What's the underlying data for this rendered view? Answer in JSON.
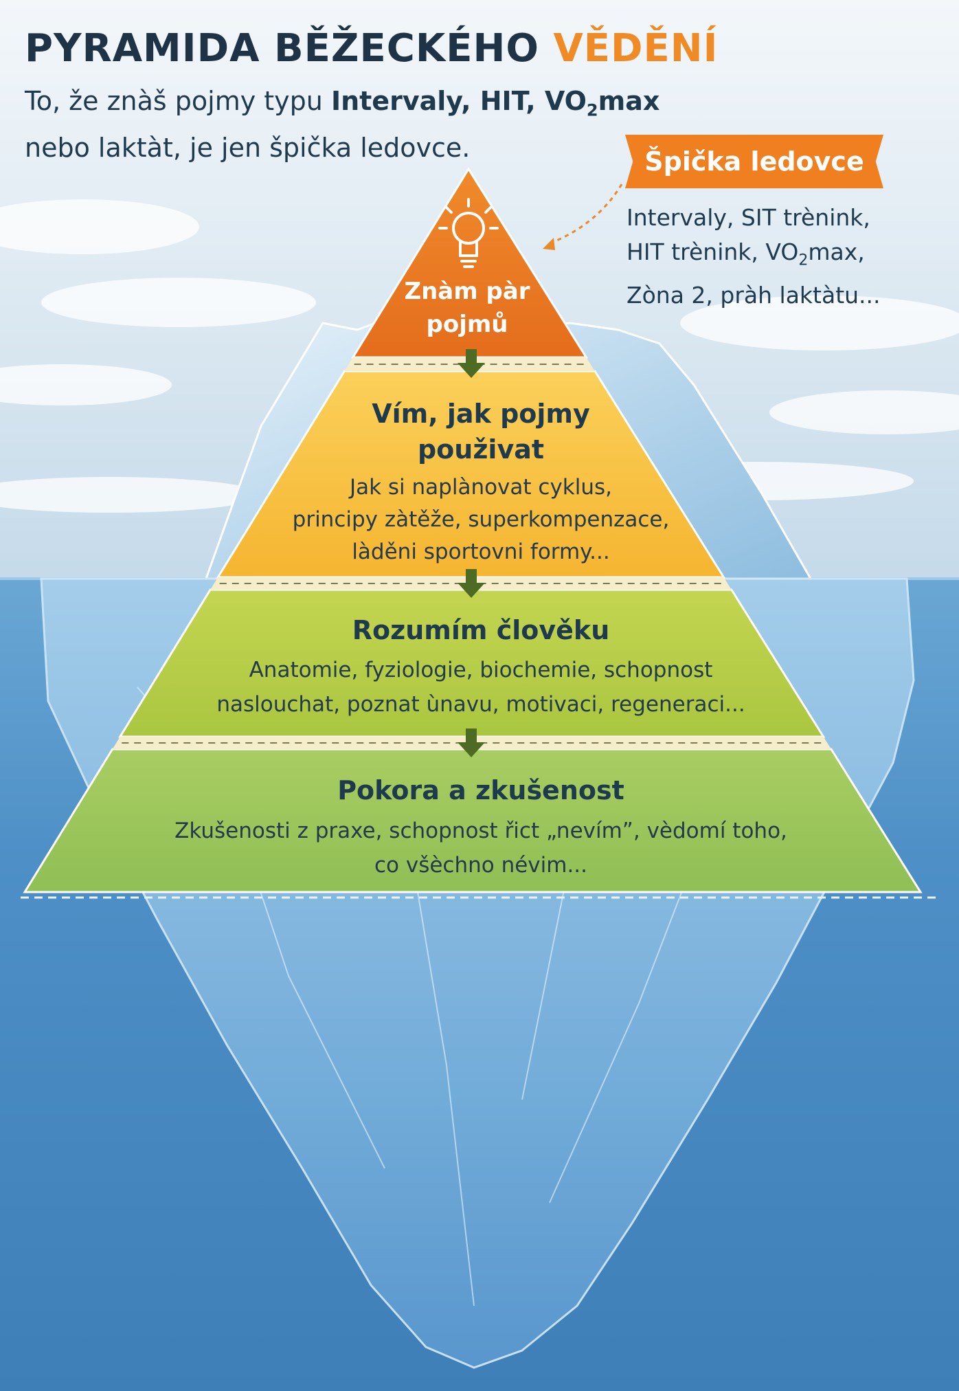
{
  "title": {
    "main": "PYRAMIDA BĚŽECKÉHO",
    "accent": "VĚDĚNÍ"
  },
  "subtitle": {
    "part1": "To, že znàš pojmy typu ",
    "bold1": "Intervaly, HIT, VO",
    "bold1_sub": "2",
    "bold1_end": "max",
    "line2": "nebo laktàt, je jen špička ledovce."
  },
  "tip_tag": {
    "label": "Špička ledovce"
  },
  "tip_list": {
    "line1": "Intervaly, SIT trènink,",
    "line2_a": "HIT trènink, VO",
    "line2_sub": "2",
    "line2_b": "max,",
    "line3": "Zòna 2, pràh laktàtu..."
  },
  "levels": [
    {
      "head_line1": "Znàm pàr",
      "head_line2": "pojmů"
    },
    {
      "head_line1": "Vím, jak pojmy",
      "head_line2": "použivat",
      "desc_line1": "Jak si naplànovat cyklus,",
      "desc_line2": "principy zàtěže, superkompenzace,",
      "desc_line3": "làděni sportovni formy..."
    },
    {
      "head_line1": "Rozumím člověku",
      "desc_line1": "Anatomie, fyziologie, biochemie, schopnost",
      "desc_line2": "naslouchat, poznat ùnavu, motivaci, regeneraci..."
    },
    {
      "head_line1": "Pokora a zkušenost",
      "desc_line1": "Zkušenosti z praxe, schopnost řict „nevím”, vèdomí toho,",
      "desc_line2": "co všèchno névim..."
    }
  ],
  "colors": {
    "sky": "#dfeaf3",
    "water": "#4f92c8",
    "tier1": "#ec7a22",
    "tier2": "#f7c23e",
    "tier3": "#b9cf48",
    "tier4": "#9bc55a",
    "arrow": "#4e6b23",
    "accent": "#ef8a25"
  }
}
